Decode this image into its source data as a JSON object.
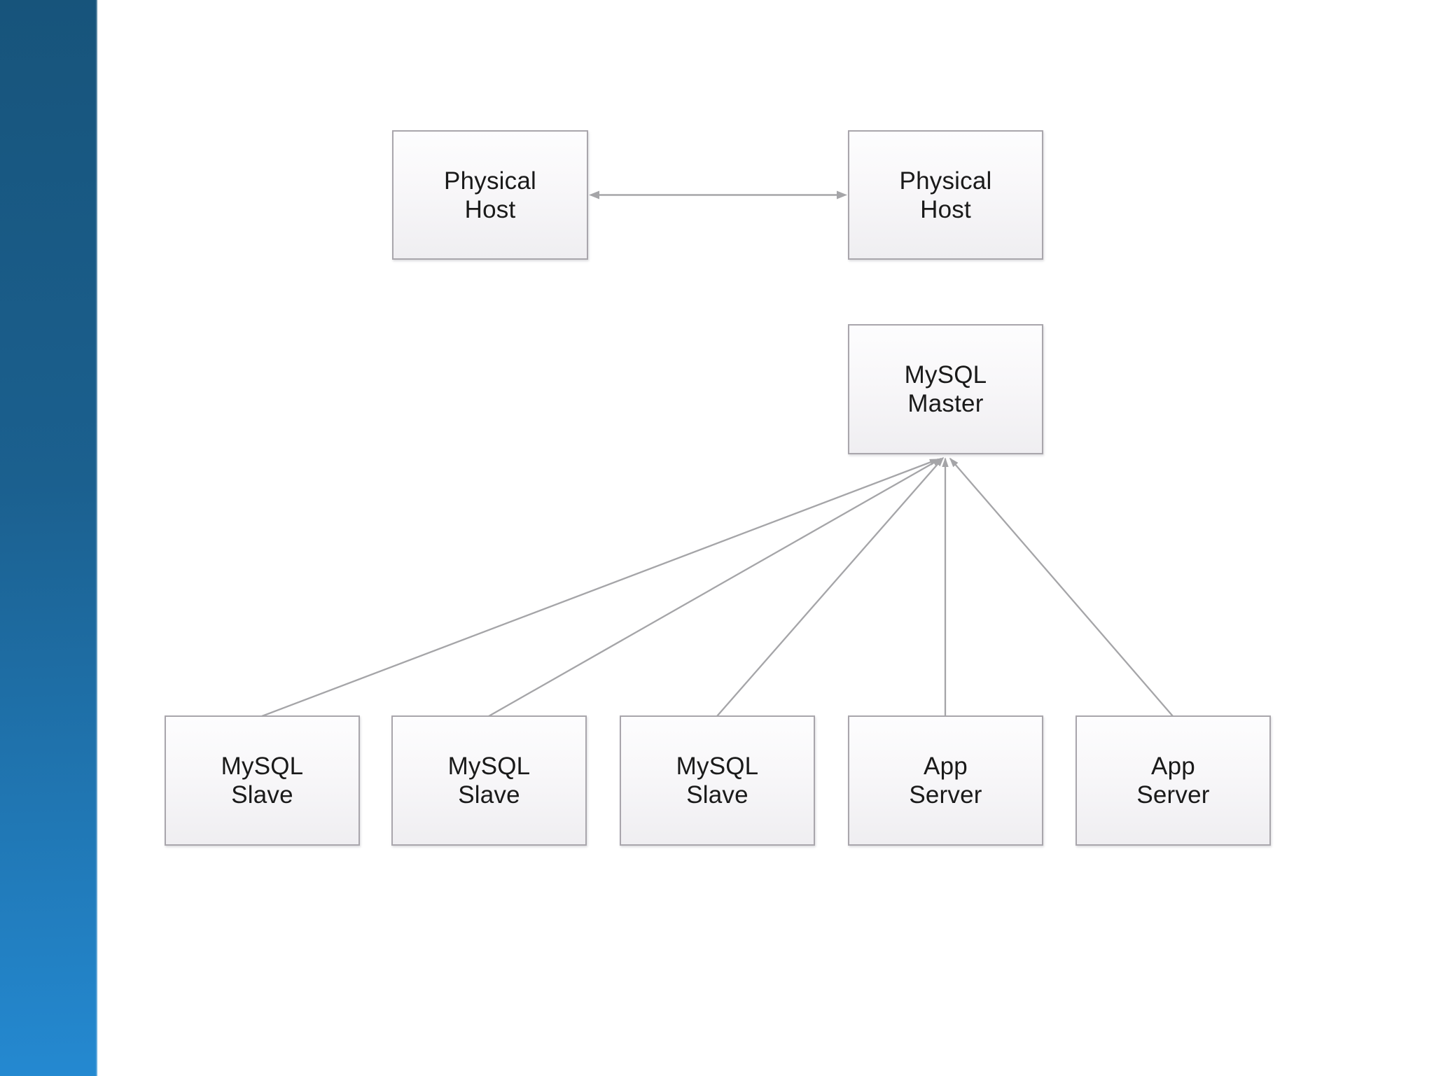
{
  "diagram": {
    "nodes": [
      {
        "id": "physical-host-1",
        "label": "Physical\nHost"
      },
      {
        "id": "physical-host-2",
        "label": "Physical\nHost"
      },
      {
        "id": "mysql-master",
        "label": "MySQL\nMaster"
      },
      {
        "id": "mysql-slave-1",
        "label": "MySQL\nSlave"
      },
      {
        "id": "mysql-slave-2",
        "label": "MySQL\nSlave"
      },
      {
        "id": "mysql-slave-3",
        "label": "MySQL\nSlave"
      },
      {
        "id": "app-server-1",
        "label": "App\nServer"
      },
      {
        "id": "app-server-2",
        "label": "App\nServer"
      }
    ],
    "connections": [
      {
        "from": "physical-host-1",
        "to": "physical-host-2",
        "style": "double-headed-arrow"
      },
      {
        "from": "mysql-slave-1",
        "to": "mysql-master",
        "style": "arrow"
      },
      {
        "from": "mysql-slave-2",
        "to": "mysql-master",
        "style": "arrow"
      },
      {
        "from": "mysql-slave-3",
        "to": "mysql-master",
        "style": "arrow"
      },
      {
        "from": "app-server-1",
        "to": "mysql-master",
        "style": "arrow"
      },
      {
        "from": "app-server-2",
        "to": "mysql-master",
        "style": "arrow"
      }
    ],
    "colors": {
      "sidebar_gradient_top": "#17547b",
      "sidebar_gradient_bottom": "#2489d1",
      "canvas_background": "#ffffff",
      "node_border": "#a9a6ac",
      "node_fill_top": "#fdfdfe",
      "node_fill_bottom": "#efeef1",
      "node_text": "#1a1a1a",
      "connector": "#a5a5a8"
    }
  }
}
